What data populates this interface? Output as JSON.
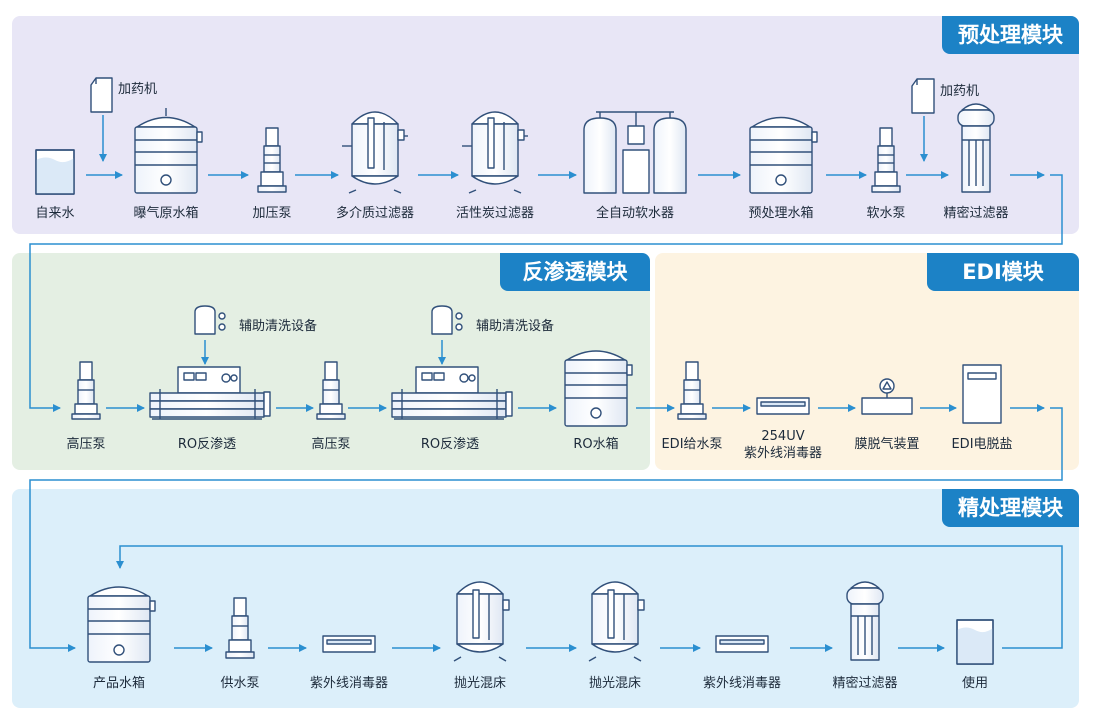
{
  "modules": {
    "pretreatment": "预处理模块",
    "ro": "反渗透模块",
    "edi": "EDI模块",
    "finishing": "精处理模块"
  },
  "pretreatment": {
    "dosing1": "加药机",
    "dosing2": "加药机",
    "items": [
      "自来水",
      "曝气原水箱",
      "加压泵",
      "多介质过滤器",
      "活性炭过滤器",
      "全自动软水器",
      "预处理水箱",
      "软水泵",
      "精密过滤器"
    ]
  },
  "ro": {
    "aux1": "辅助清洗设备",
    "aux2": "辅助清洗设备",
    "items": [
      "高压泵",
      "RO反渗透",
      "高压泵",
      "RO反渗透",
      "RO水箱"
    ]
  },
  "edi": {
    "items": [
      "EDI给水泵",
      "254UV\n紫外线消毒器",
      "膜脱气装置",
      "EDI电脱盐"
    ],
    "uv_line1": "254UV",
    "uv_line2": "紫外线消毒器"
  },
  "finishing": {
    "items": [
      "产品水箱",
      "供水泵",
      "紫外线消毒器",
      "抛光混床",
      "抛光混床",
      "紫外线消毒器",
      "精密过滤器",
      "使用"
    ]
  },
  "colors": {
    "accent": "#1c82c6",
    "line": "#2b8fd0",
    "equipment_stroke": "#31507a"
  }
}
